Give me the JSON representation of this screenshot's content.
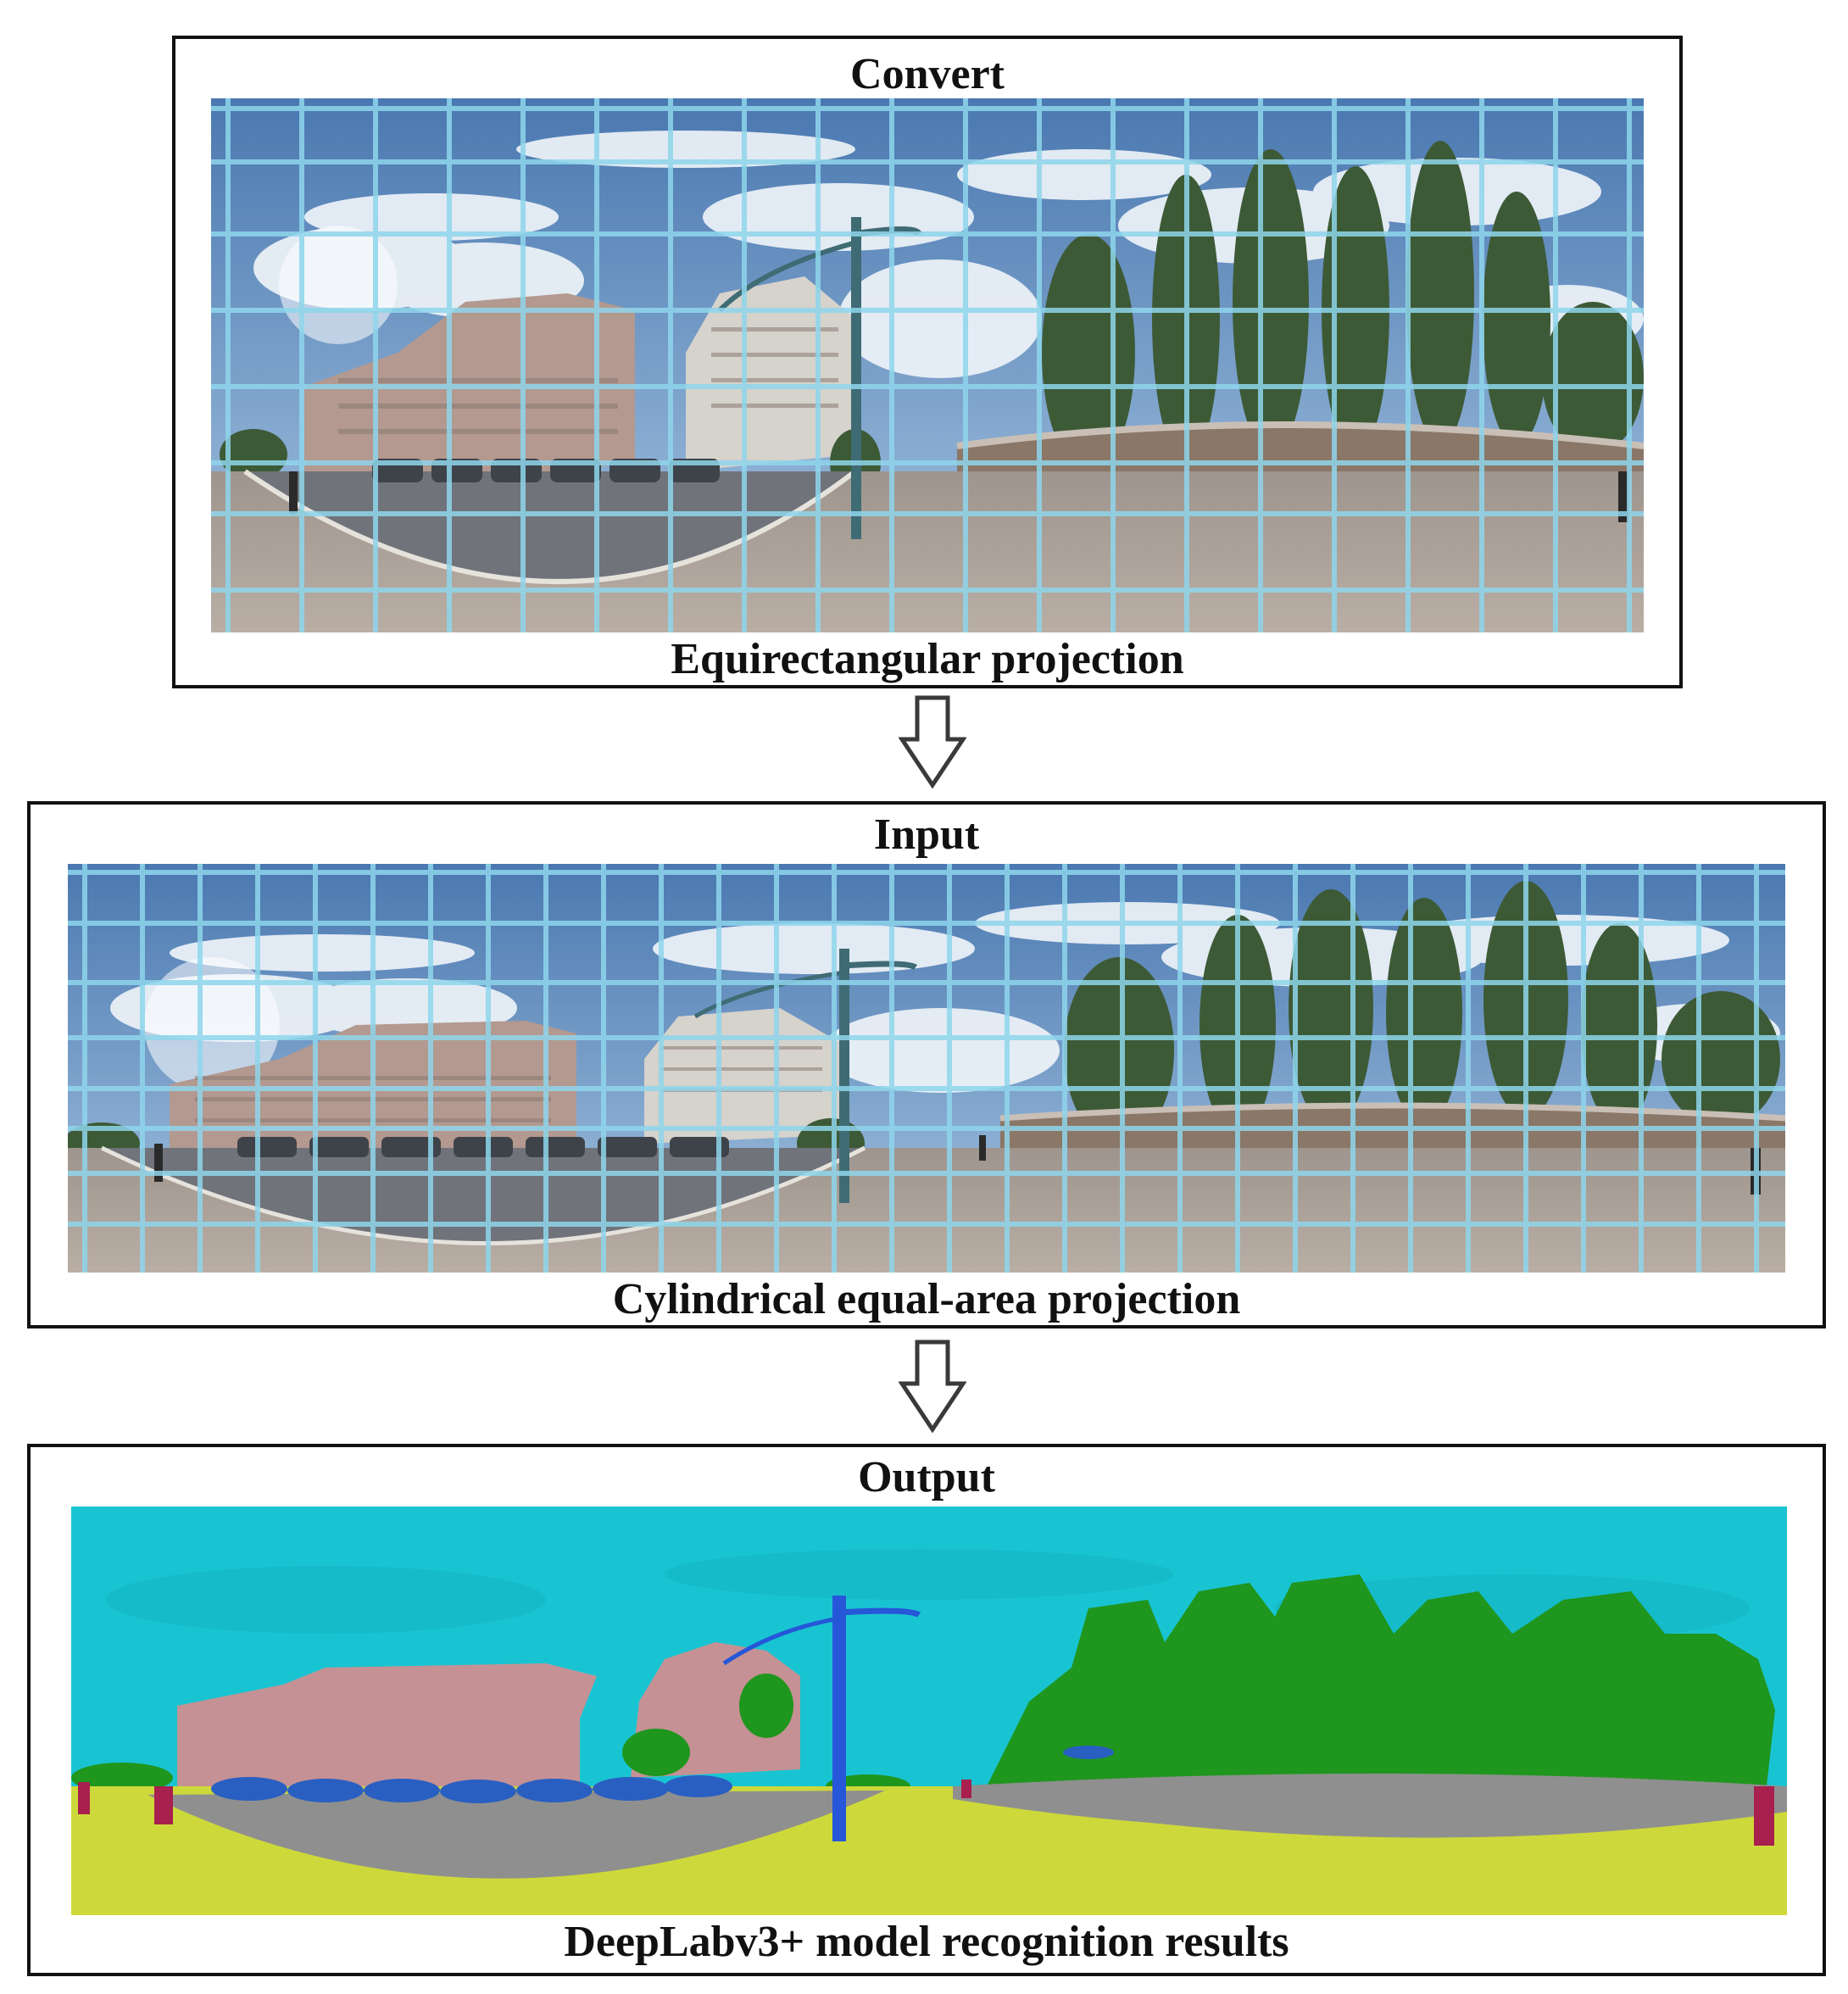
{
  "panels": [
    {
      "heading": "Convert",
      "caption": "Equirectangular projection",
      "image": "equirectangular-street-panorama-with-grid"
    },
    {
      "heading": "Input",
      "caption": "Cylindrical equal-area projection",
      "image": "cylindrical-equal-area-street-panorama-with-grid"
    },
    {
      "heading": "Output",
      "caption": "DeepLabv3+ model recognition results",
      "image": "semantic-segmentation-map"
    }
  ],
  "flow_arrows": [
    "down-arrow-icon",
    "down-arrow-icon"
  ],
  "colors": {
    "sky_photo": "#6f9cc8",
    "cloud": "#eef3f8",
    "building_photo": "#b3998f",
    "tree_photo": "#3d5a36",
    "wall_photo": "#8a7767",
    "road_photo": "#70737a",
    "pavement_photo": "#a69c94",
    "grid_line": "#8fd6ec",
    "seg_sky": "#19c4d2",
    "seg_building": "#c59194",
    "seg_vegetation": "#1f961e",
    "seg_road": "#8f8f8f",
    "seg_sidewalk": "#cdd93a",
    "seg_car": "#2a5fc2",
    "seg_pole": "#2557d8",
    "seg_person": "#a8204e"
  }
}
